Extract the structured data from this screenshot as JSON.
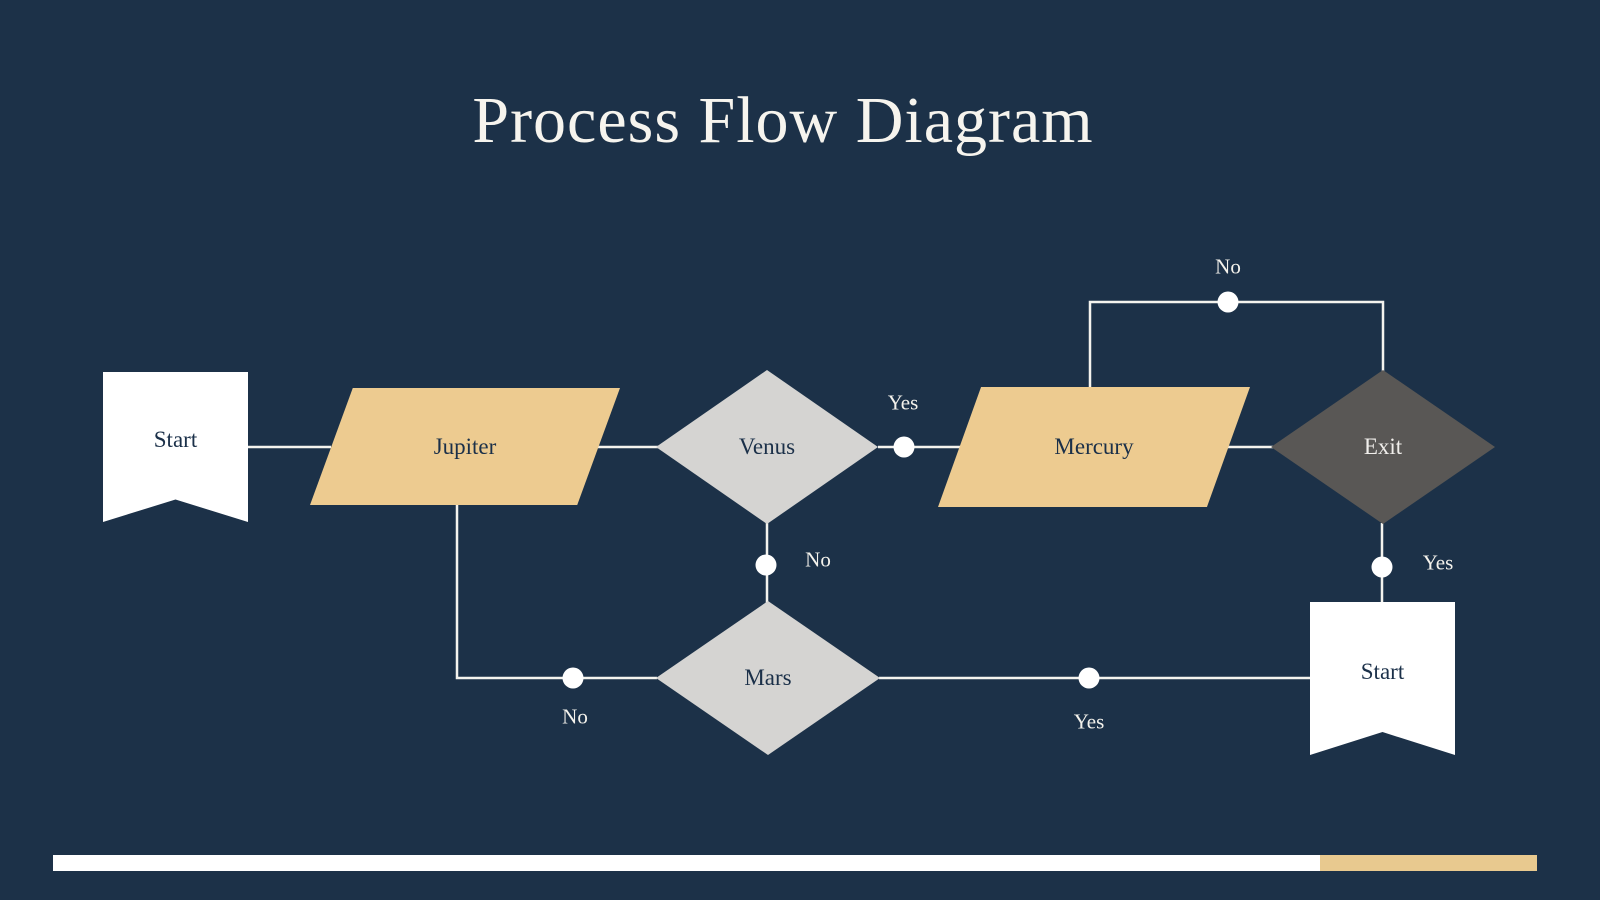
{
  "title": "Process Flow Diagram",
  "colors": {
    "background": "#1c3148",
    "node_tan": "#edcb90",
    "node_light_gray": "#d5d4d2",
    "node_dark_gray": "#595755",
    "node_white": "#ffffff",
    "text_dark": "#1b3049",
    "text_light": "#f4f2ec",
    "connector": "#f4f3ee",
    "progress_accent": "#e8c98f"
  },
  "nodes": {
    "start_top": {
      "label": "Start",
      "shape": "bookmark-flag"
    },
    "jupiter": {
      "label": "Jupiter",
      "shape": "parallelogram"
    },
    "venus": {
      "label": "Venus",
      "shape": "diamond"
    },
    "mercury": {
      "label": "Mercury",
      "shape": "parallelogram"
    },
    "exit": {
      "label": "Exit",
      "shape": "diamond"
    },
    "mars": {
      "label": "Mars",
      "shape": "diamond"
    },
    "start_bottom": {
      "label": "Start",
      "shape": "bookmark-flag"
    }
  },
  "edge_labels": {
    "no_mercury_exit_loop": "No",
    "yes_venus_mercury": "Yes",
    "no_venus_mars": "No",
    "yes_exit_start": "Yes",
    "no_jupiter_mars": "No",
    "yes_mars_start": "Yes"
  },
  "progress_bar": {
    "white_fraction": 0.854,
    "accent_fraction": 0.146
  }
}
